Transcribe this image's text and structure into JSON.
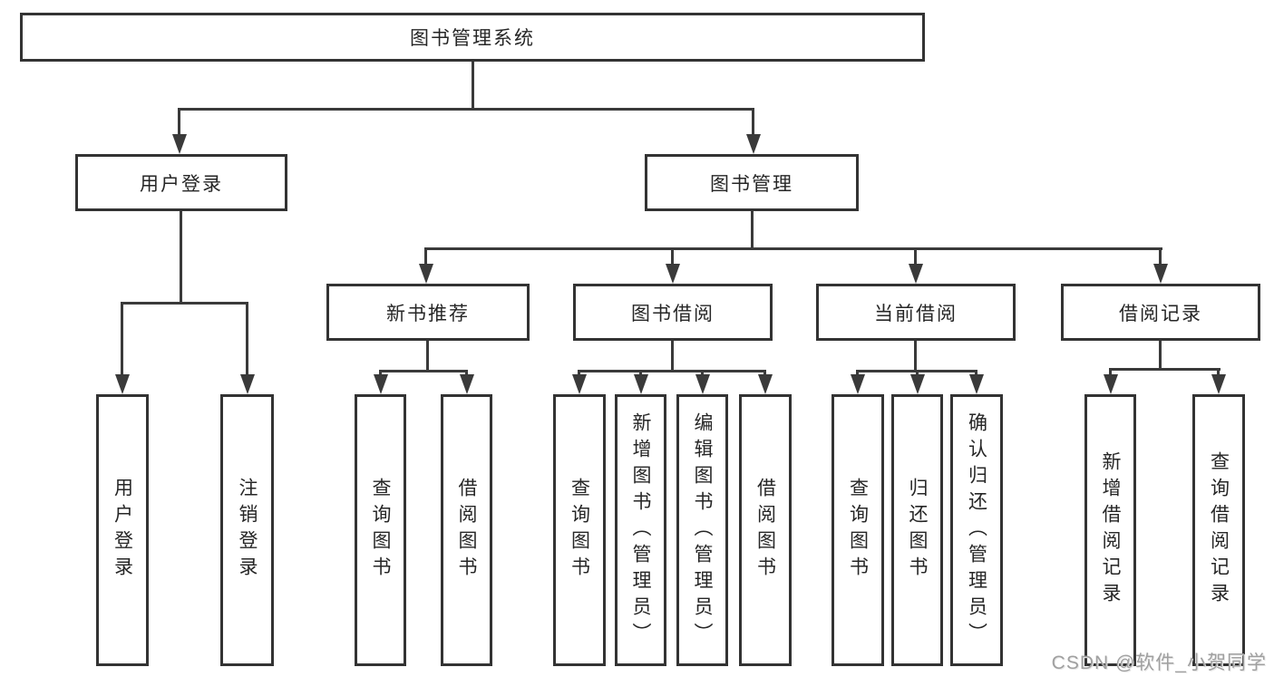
{
  "tree": {
    "label": "图书管理系统",
    "children": [
      {
        "label": "用户登录",
        "children": [
          {
            "label": "用户登录"
          },
          {
            "label": "注销登录"
          }
        ]
      },
      {
        "label": "图书管理",
        "children": [
          {
            "label": "新书推荐",
            "children": [
              {
                "label": "查询图书"
              },
              {
                "label": "借阅图书"
              }
            ]
          },
          {
            "label": "图书借阅",
            "children": [
              {
                "label": "查询图书"
              },
              {
                "label": "新增图书（管理员）"
              },
              {
                "label": "编辑图书（管理员）"
              },
              {
                "label": "借阅图书"
              }
            ]
          },
          {
            "label": "当前借阅",
            "children": [
              {
                "label": "查询图书"
              },
              {
                "label": "归还图书"
              },
              {
                "label": "确认归还（管理员）"
              }
            ]
          },
          {
            "label": "借阅记录",
            "children": [
              {
                "label": "新增借阅记录"
              },
              {
                "label": "查询借阅记录"
              }
            ]
          }
        ]
      }
    ]
  },
  "watermark": {
    "text": "CSDN @软件_小贺同学"
  },
  "colors": {
    "line": "#3a3a3a",
    "box_border": "#333333",
    "text": "#262626",
    "watermark": "#a0a0a0",
    "background": "#ffffff"
  }
}
